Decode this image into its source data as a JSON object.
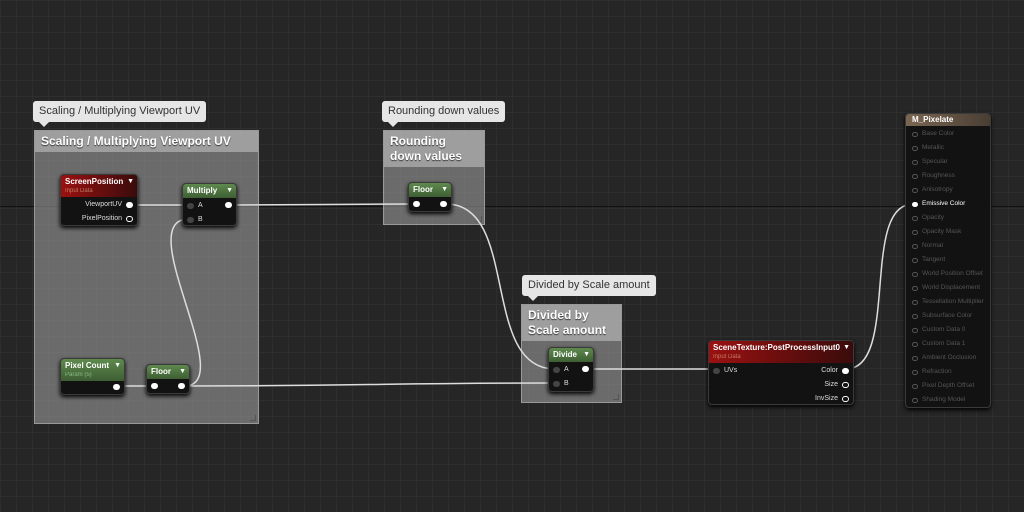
{
  "comments": [
    {
      "bubble": "Scaling / Multiplying Viewport UV",
      "title": "Scaling / Multiplying Viewport UV"
    },
    {
      "bubble": "Rounding down values",
      "title_line1": "Rounding",
      "title_line2": "down values"
    },
    {
      "bubble": "Divided by Scale amount",
      "title_line1": "Divided by",
      "title_line2": "Scale amount"
    }
  ],
  "nodes": {
    "screen_position": {
      "title": "ScreenPosition",
      "subtitle": "Input Data",
      "outputs": [
        "ViewportUV",
        "PixelPosition"
      ]
    },
    "multiply": {
      "title": "Multiply",
      "inputs": [
        "A",
        "B"
      ]
    },
    "pixel_count": {
      "title": "Pixel Count",
      "subtitle": "Param (5)"
    },
    "floor1": {
      "title": "Floor"
    },
    "floor2": {
      "title": "Floor"
    },
    "divide": {
      "title": "Divide",
      "inputs": [
        "A",
        "B"
      ]
    },
    "scene_texture": {
      "title": "SceneTexture:PostProcessInput0",
      "subtitle": "Input Data",
      "input": "UVs",
      "outputs": [
        "Color",
        "Size",
        "InvSize"
      ]
    },
    "material": {
      "title": "M_Pixelate",
      "inputs": [
        "Base Color",
        "Metallic",
        "Specular",
        "Roughness",
        "Anisotropy",
        "Emissive Color",
        "Opacity",
        "Opacity Mask",
        "Normal",
        "Tangent",
        "World Position Offset",
        "World Displacement",
        "Tessellation Multiplier",
        "Subsurface Color",
        "Custom Data 0",
        "Custom Data 1",
        "Ambient Occlusion",
        "Refraction",
        "Pixel Depth Offset",
        "Shading Model"
      ],
      "active_input": "Emissive Color"
    }
  },
  "colors": {
    "param": "#5e8a4e",
    "input_data": "#9b1111",
    "result": "#7a6652"
  }
}
